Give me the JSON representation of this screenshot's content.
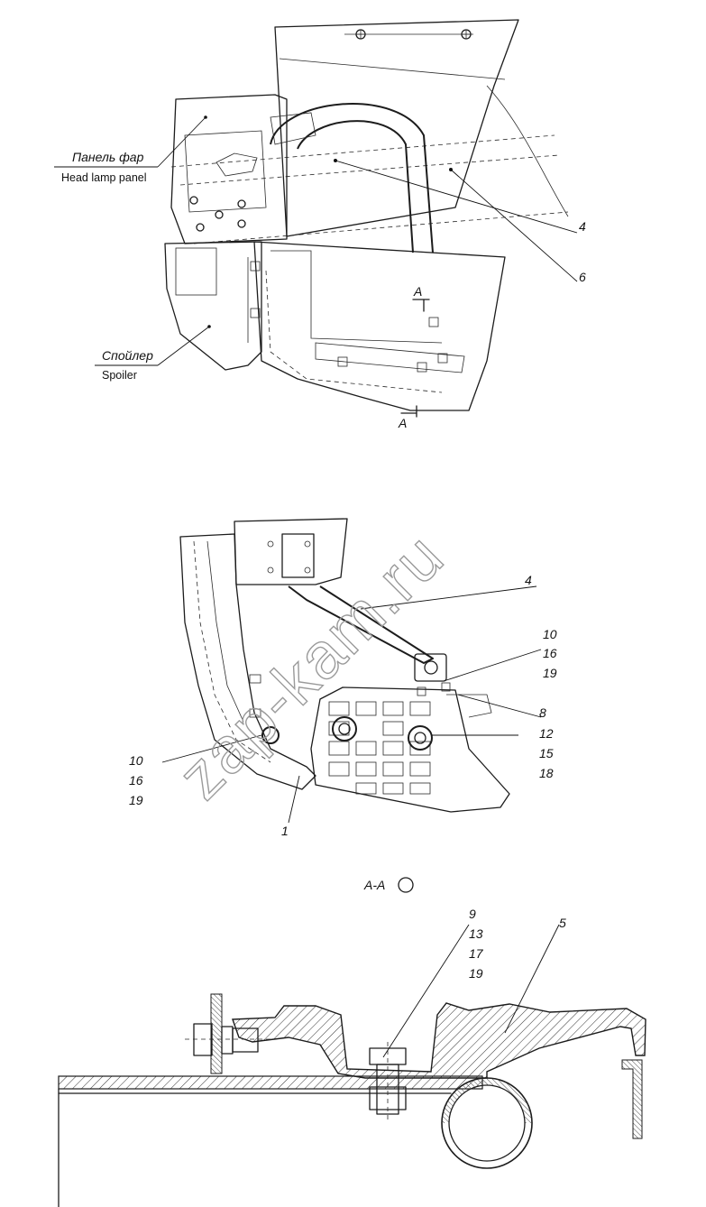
{
  "callouts": {
    "headlamp_panel_ru": "Панель фар",
    "headlamp_panel_en": "Head lamp panel",
    "spoiler_ru": "Спойлер",
    "spoiler_en": "Spoiler"
  },
  "top_view": {
    "item_4": "4",
    "item_6": "6",
    "section_mark_top": "A",
    "section_mark_bottom": "A"
  },
  "middle_view": {
    "item_4": "4",
    "right_group_1": [
      "10",
      "16",
      "19"
    ],
    "item_8": "8",
    "right_group_2": [
      "12",
      "15",
      "18"
    ],
    "left_group": [
      "10",
      "16",
      "19"
    ],
    "item_1": "1"
  },
  "section": {
    "title": "A-A",
    "rotation_symbol": "rotated-view-icon",
    "bolt_group": [
      "9",
      "13",
      "17",
      "19"
    ],
    "item_5": "5"
  },
  "watermark": "zap-kam.ru",
  "colors": {
    "line": "#1c1c1c",
    "hatch": "#333333",
    "watermark": "#9a9a9a"
  }
}
